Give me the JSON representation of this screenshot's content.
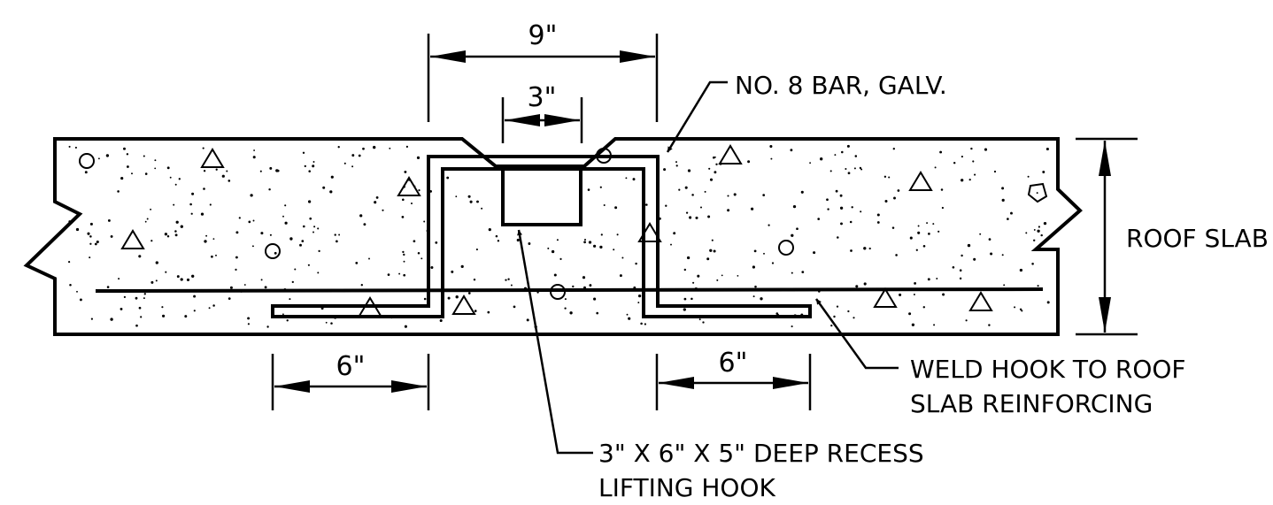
{
  "dimensions": {
    "top_outer": "9\"",
    "top_inner": "3\"",
    "left_leg": "6\"",
    "right_leg": "6\""
  },
  "labels": {
    "bar": "NO. 8 BAR, GALV.",
    "slab": "ROOF SLAB",
    "weld_line1": "WELD HOOK TO ROOF",
    "weld_line2": "SLAB REINFORCING",
    "recess_line1": "3\" X 6\" X 5\" DEEP RECESS",
    "recess_line2": "LIFTING HOOK"
  },
  "colors": {
    "line": "#000000",
    "background": "#ffffff"
  }
}
